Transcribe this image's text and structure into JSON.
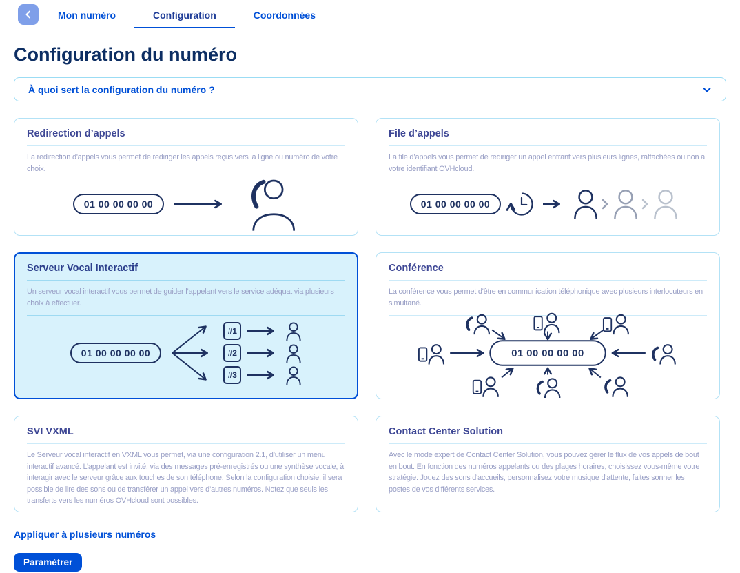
{
  "header": {
    "back_icon": "chevron-left",
    "tabs": [
      {
        "label": "Mon numéro",
        "active": false
      },
      {
        "label": "Configuration",
        "active": true
      },
      {
        "label": "Coordonnées",
        "active": false
      }
    ],
    "title": "Configuration du numéro"
  },
  "accordion": {
    "question": "À quoi sert la configuration du numéro ?",
    "state": "collapsed",
    "chevron_icon": "chevron-down"
  },
  "cards": [
    {
      "title": "Redirection d’appels",
      "description": "La redirection d'appels vous permet de rediriger les appels reçus vers la ligne ou numéro de votre choix.",
      "number": "01 00 00 00 00",
      "selected": false
    },
    {
      "title": "File d’appels",
      "description": "La file d’appels vous permet de rediriger un appel entrant vers plusieurs lignes, rattachées ou non à votre identifiant OVHcloud.",
      "number": "01 00 00 00 00",
      "selected": false
    },
    {
      "title": "Serveur Vocal Interactif",
      "description": "Un serveur vocal interactif vous permet de guider l’appelant vers le service adéquat via plusieurs choix à effectuer.",
      "number": "01 00 00 00 00",
      "options": [
        "#1",
        "#2",
        "#3"
      ],
      "selected": true
    },
    {
      "title": "Conférence",
      "description": "La conférence vous permet d'être en communication téléphonique avec plusieurs interlocuteurs en simultané.",
      "number": "01 00 00 00 00",
      "selected": false
    },
    {
      "title": "SVI VXML",
      "description": "Le Serveur vocal interactif en VXML vous permet, via une configuration 2.1, d’utiliser un menu interactif avancé. L’appelant est invité, via des messages pré-enregistrés ou une synthèse vocale, à interagir avec le serveur grâce aux touches de son téléphone. Selon la configuration choisie, il sera possible de lire des sons ou de transférer un appel vers d’autres numéros. Notez que seuls les transferts vers les numéros OVHcloud sont possibles.",
      "selected": false
    },
    {
      "title": "Contact Center Solution",
      "description": "Avec le mode expert de Contact Center Solution, vous pouvez gérer le flux de vos appels de bout en bout. En fonction des numéros appelants ou des plages horaires, choisissez vous-même votre stratégie. Jouez des sons d'accueils, personnalisez votre musique d'attente, faites sonner les postes de vos différents services.",
      "selected": false
    }
  ],
  "footer": {
    "link": "Appliquer à plusieurs numéros",
    "button": "Paramétrer"
  },
  "colors": {
    "accent_blue": "#0050d7",
    "title_navy": "#0d2e63",
    "card_title_indigo": "#3e4795",
    "description_gray": "#9aa0c6",
    "divider_cyan": "#cdebf9",
    "card_border": "#b3e2f6",
    "selected_background": "#d8f2fc",
    "selected_border": "#0050d7",
    "icon_navy": "#1f3261",
    "back_button_blue": "#7f9fe9"
  }
}
